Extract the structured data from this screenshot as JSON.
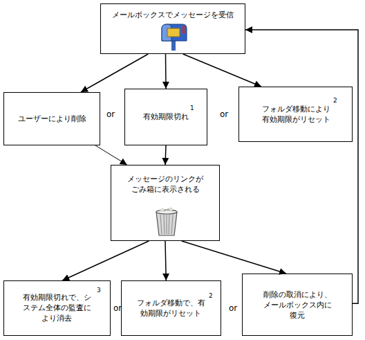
{
  "diagram": {
    "nodes": [
      {
        "text": [
          "メールボックスでメッセージを受信"
        ]
      },
      {
        "text": [
          "ユーザーにより削除"
        ]
      },
      {
        "text": [
          "有効期限切れ",
          "1"
        ]
      },
      {
        "text": [
          "フォルダ移動により 有効期限がリセット",
          "2"
        ]
      },
      {
        "text": [
          "メッセージのリンクが ごみ箱に表示される"
        ]
      },
      {
        "text": [
          "有効期限切れで、シ ステム全体の監査に より消去",
          "3"
        ]
      },
      {
        "text": [
          "フォルダ移動で、有 効期限がリセット",
          "2"
        ]
      },
      {
        "text": [
          "削除の取消により、 メールボックス内に 復元"
        ]
      }
    ],
    "edges": [
      {
        "from": 0,
        "to": 1,
        "arrow": "to"
      },
      {
        "from": 0,
        "to": 2,
        "arrow": "to"
      },
      {
        "from": 0,
        "to": 3,
        "arrow": "to"
      },
      {
        "from": 1,
        "to": 4,
        "arrow": "to"
      },
      {
        "from": 2,
        "to": 4,
        "arrow": "to"
      },
      {
        "from": 4,
        "to": 5,
        "arrow": "to"
      },
      {
        "from": 4,
        "to": 6,
        "arrow": "to"
      },
      {
        "from": 4,
        "to": 7,
        "arrow": "to"
      },
      {
        "from": 7,
        "to": 0,
        "arrow": "to"
      }
    ],
    "labels": [
      "or",
      "or",
      "or",
      "or"
    ]
  }
}
